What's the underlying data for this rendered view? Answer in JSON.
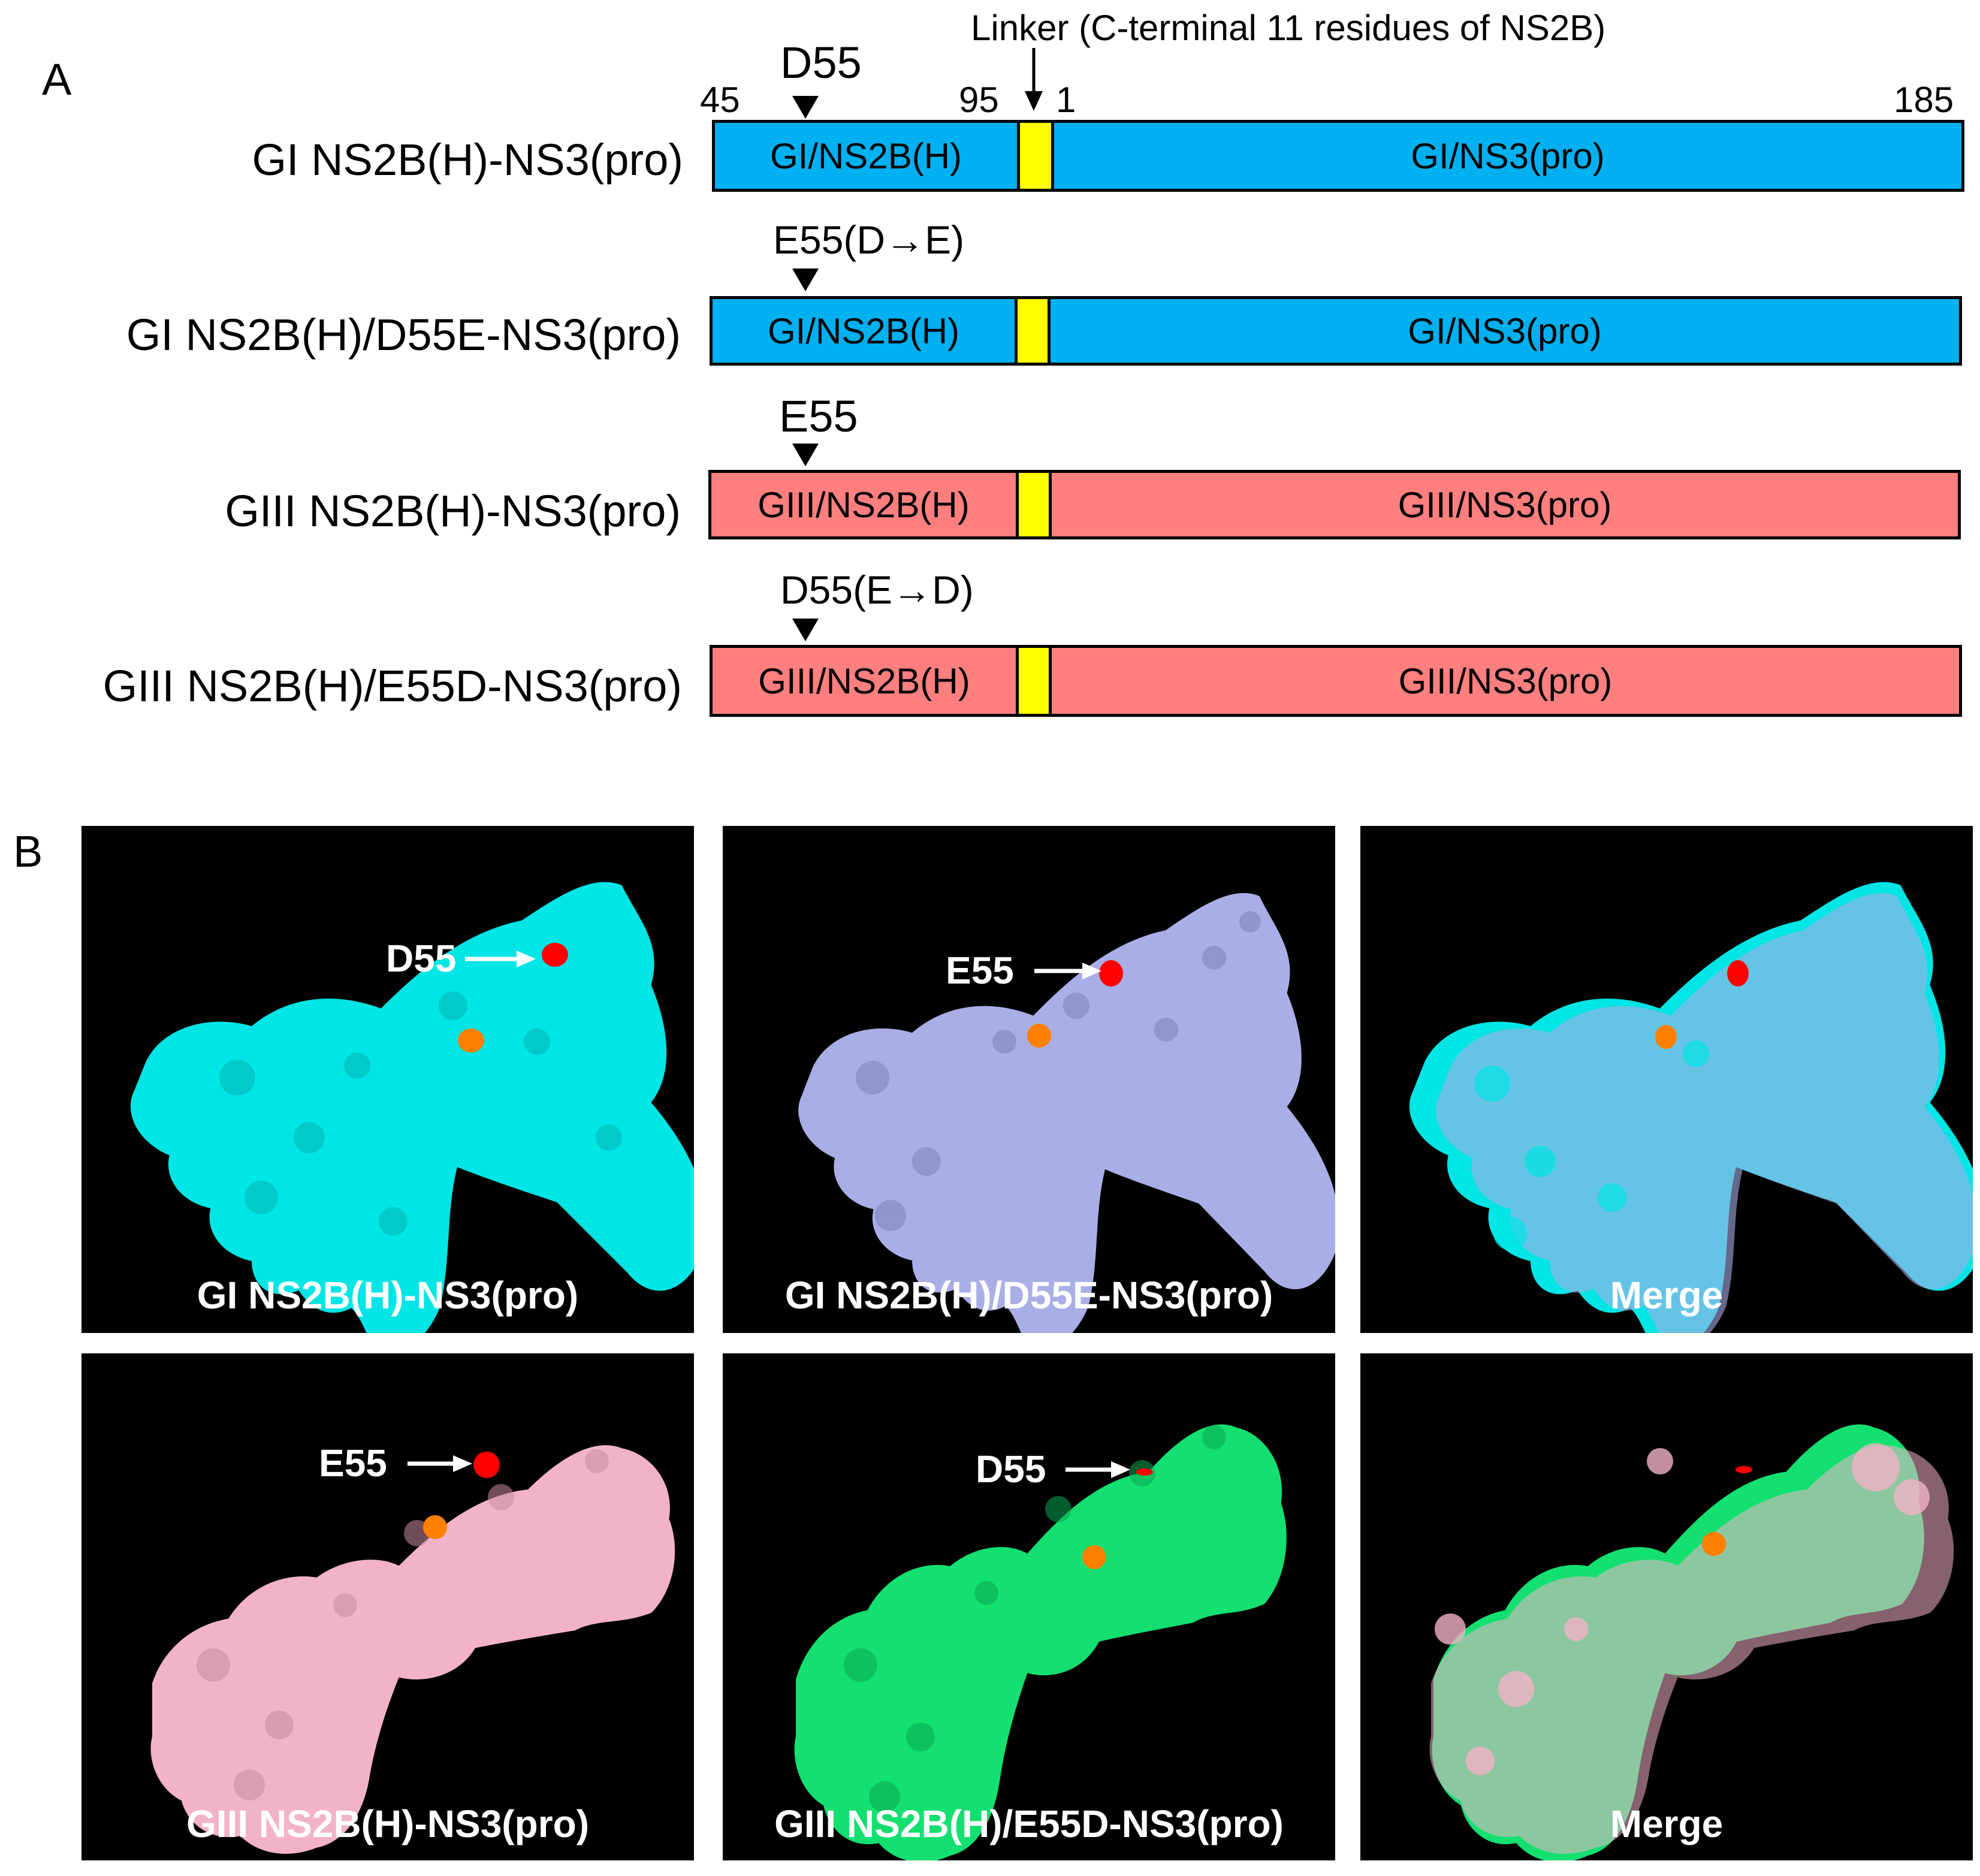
{
  "panel_a": {
    "letter": "A",
    "linker_label": "Linker (C-terminal 11 residues of NS2B)",
    "positions": {
      "p45": "45",
      "p95": "95",
      "p1": "1",
      "p185": "185"
    },
    "colors": {
      "gi": "#00b0f0",
      "giii": "#ff7f7f",
      "linker": "#ffff00"
    },
    "rows": [
      {
        "name": "GI NS2B(H)-NS3(pro)",
        "mutation": "D55",
        "seg1": "GI/NS2B(H)",
        "seg2": "GI/NS3(pro)"
      },
      {
        "name": "GI NS2B(H)/D55E-NS3(pro)",
        "mutation": "E55(D→E)",
        "seg1": "GI/NS2B(H)",
        "seg2": "GI/NS3(pro)"
      },
      {
        "name": "GIII NS2B(H)-NS3(pro)",
        "mutation": "E55",
        "seg1": "GIII/NS2B(H)",
        "seg2": "GIII/NS3(pro)"
      },
      {
        "name": "GIII NS2B(H)/E55D-NS3(pro)",
        "mutation": "D55(E→D)",
        "seg1": "GIII/NS2B(H)",
        "seg2": "GIII/NS3(pro)"
      }
    ]
  },
  "panel_b": {
    "letter": "B",
    "colors": {
      "gi": "#00e5e5",
      "d55e": "#a9aee6",
      "giii": "#f2b3c8",
      "e55d": "#13e070",
      "residue": "#ff0000",
      "site": "#ff8000"
    },
    "images": [
      {
        "caption": "GI NS2B(H)-NS3(pro)",
        "residue_label": "D55"
      },
      {
        "caption": "GI NS2B(H)/D55E-NS3(pro)",
        "residue_label": "E55"
      },
      {
        "caption": "Merge",
        "residue_label": ""
      },
      {
        "caption": "GIII NS2B(H)-NS3(pro)",
        "residue_label": "E55"
      },
      {
        "caption": "GIII NS2B(H)/E55D-NS3(pro)",
        "residue_label": "D55"
      },
      {
        "caption": "Merge",
        "residue_label": ""
      }
    ]
  }
}
